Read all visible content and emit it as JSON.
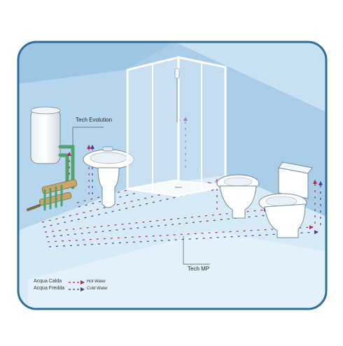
{
  "labels": {
    "tech_evolution": "Tech Evolution",
    "tech_mp": "Tech MP"
  },
  "legend": {
    "hot_it": "Acqua Calda",
    "cold_it": "Acqua Fredda",
    "hot_en": "Hot Water",
    "cold_en": "Cold Water"
  },
  "colors": {
    "wall_left": "#b9d9ef",
    "wall_back": "#a6cbe6",
    "floor": "#cfe6f5",
    "frame_border": "#2d6f97",
    "fixture": "#ffffff",
    "fixture_stroke": "#6f8d9f",
    "hot_water": "#b5265d",
    "cold_water": "#4c3a93",
    "pipe_green": "#4fa36b",
    "manifold": "#c9a56a"
  },
  "icons": {
    "boiler": "water-heater-icon",
    "manifold": "manifold-icon",
    "sink": "sink-icon",
    "shower": "shower-cabin-icon",
    "bidet": "bidet-icon",
    "toilet": "toilet-icon"
  }
}
